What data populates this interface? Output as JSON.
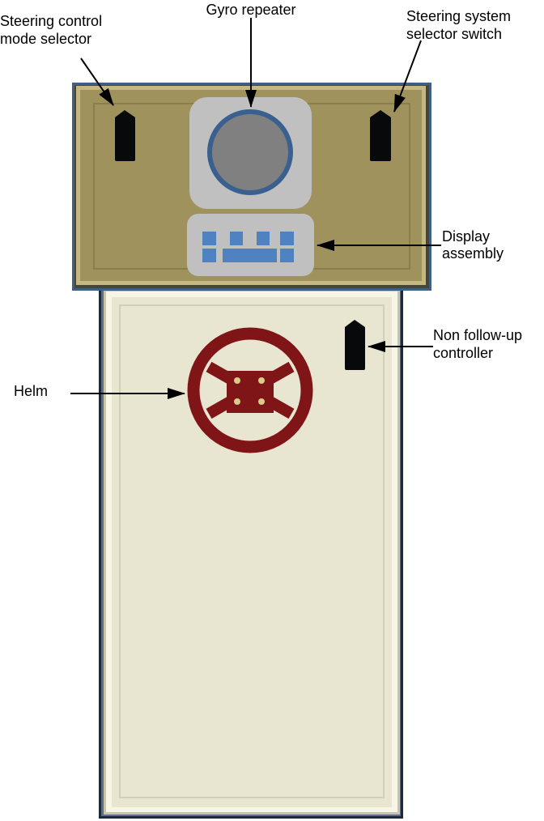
{
  "labels": {
    "steering_control": [
      "Steering control",
      "mode selector"
    ],
    "gyro": "Gyro repeater",
    "steering_system": [
      "Steering system",
      "selector switch"
    ],
    "display": [
      "Display",
      "assembly"
    ],
    "nfu": [
      "Non follow-up",
      "controller"
    ],
    "helm": "Helm"
  },
  "colors": {
    "upper_panel": "#a0925c",
    "lower_panel": "#e8e5d0",
    "frame": "#3e5f86",
    "helm": "#801518",
    "helm_bolts": "#d8cc88",
    "display_keys": "#4f82c0",
    "gyro_ring": "#3a6090",
    "gyro_face": "#808080",
    "housing": "#c0c0c0",
    "handle": "#08090a"
  }
}
